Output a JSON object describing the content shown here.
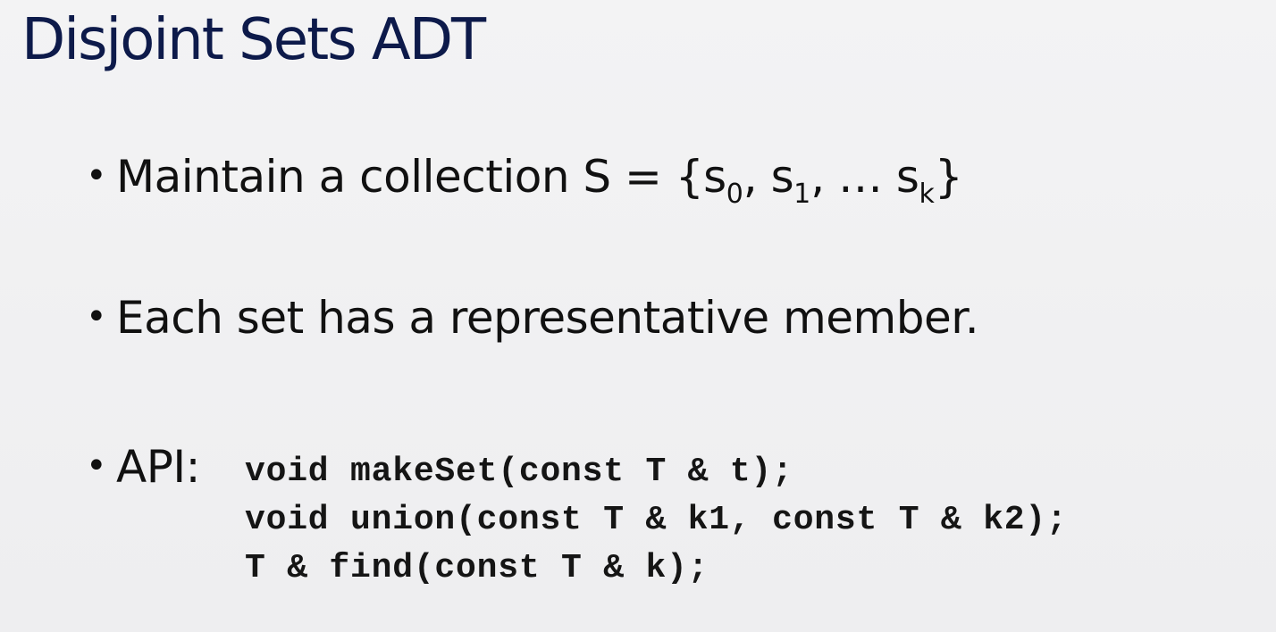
{
  "slide": {
    "title": "Disjoint Sets ADT",
    "bullets": {
      "b1": {
        "prefix": "Maintain a collection S = {s",
        "sub0": "0",
        "mid1": ", s",
        "sub1": "1",
        "mid2": ", … s",
        "subk": "k",
        "suffix": "}"
      },
      "b2": {
        "text": "Each set has a representative member."
      },
      "b3": {
        "label": "API:",
        "code": [
          "void makeSet(const T & t);",
          "void union(const T & k1, const T & k2);",
          "T & find(const T & k);"
        ]
      }
    },
    "bullet_glyph": "•",
    "colors": {
      "title": "#0d1a4a",
      "text": "#111111",
      "background": "#f1f1f2"
    }
  }
}
